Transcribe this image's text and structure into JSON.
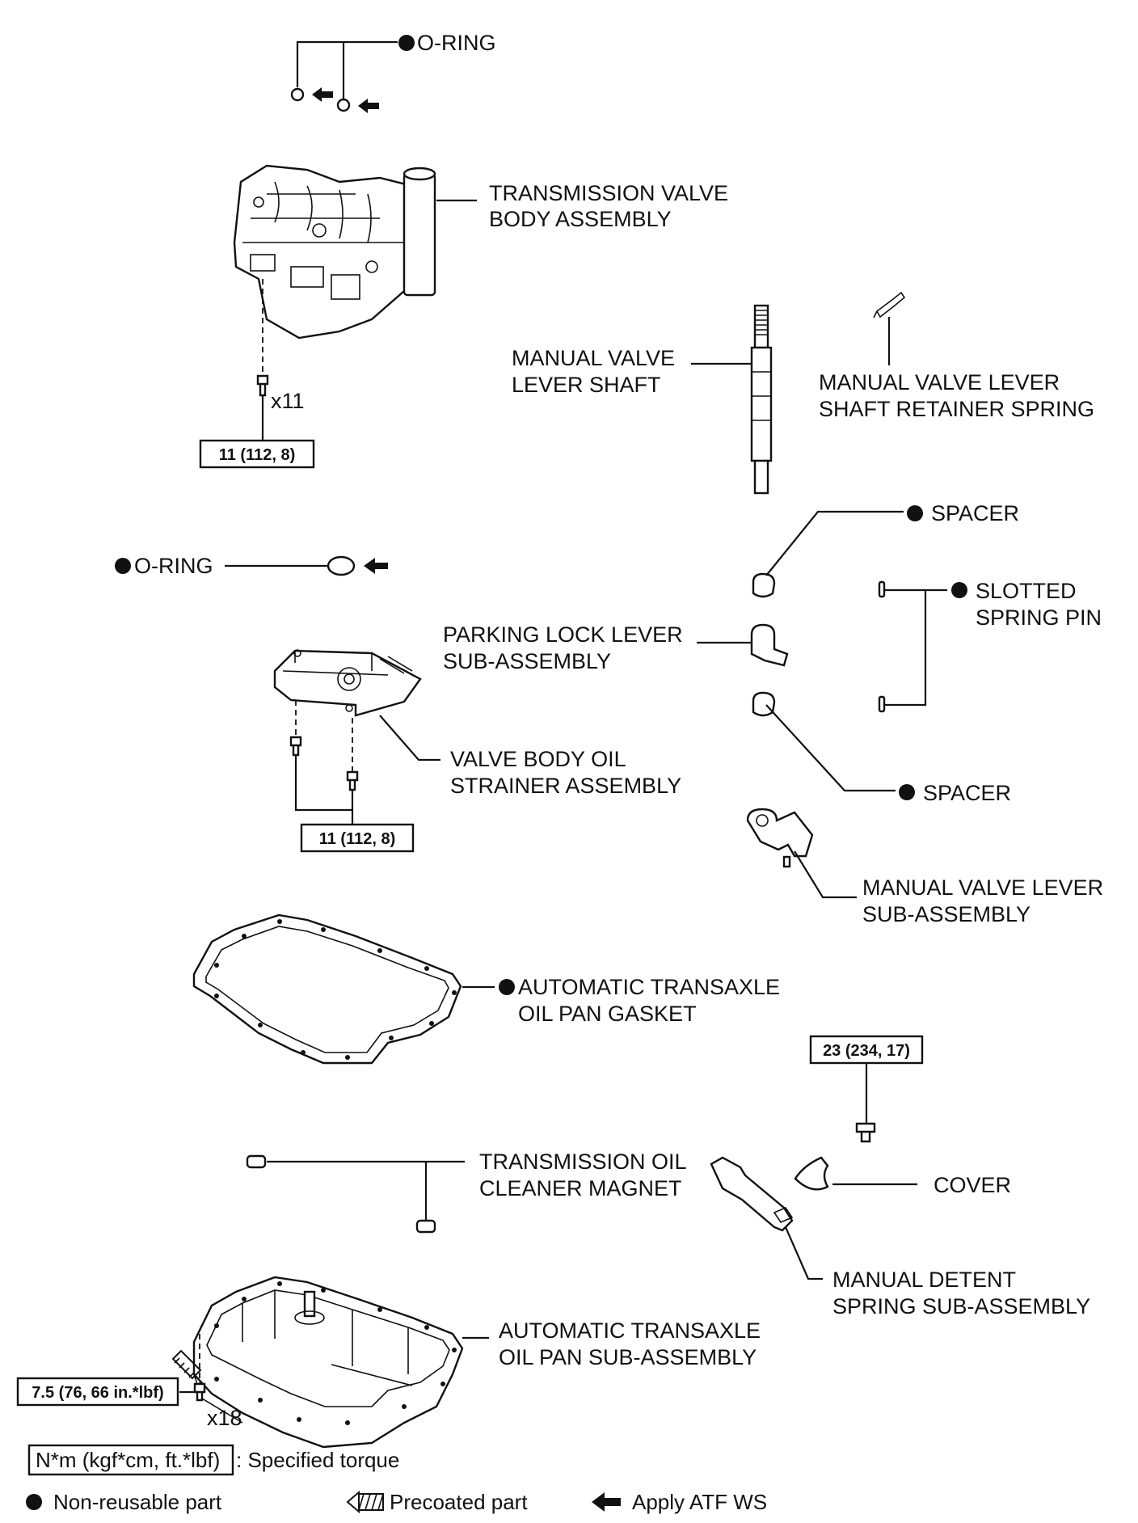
{
  "labels": {
    "o_ring_top": "O-RING",
    "valve_body_1": "TRANSMISSION VALVE",
    "valve_body_2": "BODY ASSEMBLY",
    "x11": "x11",
    "manual_shaft_1": "MANUAL VALVE",
    "manual_shaft_2": "LEVER SHAFT",
    "retainer_1": "MANUAL VALVE LEVER",
    "retainer_2": "SHAFT RETAINER SPRING",
    "spacer_top": "SPACER",
    "o_ring_mid": "O-RING",
    "slotted_1": "SLOTTED",
    "slotted_2": "SPRING PIN",
    "parking_1": "PARKING LOCK LEVER",
    "parking_2": "SUB-ASSEMBLY",
    "strainer_1": "VALVE BODY OIL",
    "strainer_2": "STRAINER ASSEMBLY",
    "spacer_bottom": "SPACER",
    "manual_lever_1": "MANUAL VALVE LEVER",
    "manual_lever_2": "SUB-ASSEMBLY",
    "gasket_1": "AUTOMATIC TRANSAXLE",
    "gasket_2": "OIL PAN GASKET",
    "magnet_1": "TRANSMISSION OIL",
    "magnet_2": "CLEANER MAGNET",
    "cover": "COVER",
    "detent_1": "MANUAL DETENT",
    "detent_2": "SPRING SUB-ASSEMBLY",
    "pan_1": "AUTOMATIC TRANSAXLE",
    "pan_2": "OIL PAN SUB-ASSEMBLY",
    "x18": "x18"
  },
  "torques": {
    "valve_body": "11 (112, 8)",
    "strainer": "11 (112, 8)",
    "detent": "23 (234, 17)",
    "pan": "7.5 (76, 66 in.*lbf)"
  },
  "legend": {
    "torque_unit": "N*m (kgf*cm, ft.*lbf)",
    "torque_desc": ": Specified torque",
    "non_reusable": "Non-reusable part",
    "precoated": "Precoated part",
    "apply_atf": "Apply ATF WS"
  },
  "colors": {
    "line": "#111111",
    "background": "#ffffff"
  }
}
